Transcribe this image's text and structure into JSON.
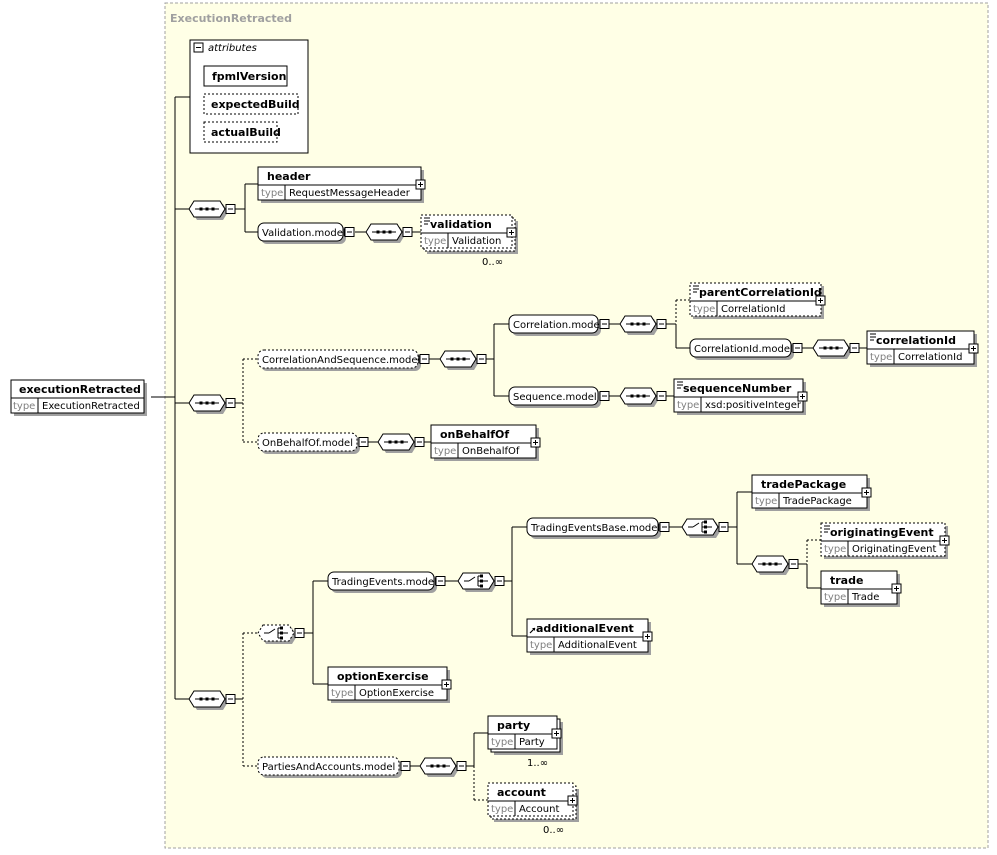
{
  "container": {
    "title": "ExecutionRetracted"
  },
  "attributes": {
    "label": "attributes",
    "items": [
      {
        "name": "fpmlVersion",
        "optional": false
      },
      {
        "name": "expectedBuild",
        "optional": true
      },
      {
        "name": "actualBuild",
        "optional": true
      }
    ]
  },
  "type_label": "type",
  "root": {
    "name": "executionRetracted",
    "type": "ExecutionRetracted"
  },
  "elements": {
    "header": {
      "name": "header",
      "type": "RequestMessageHeader"
    },
    "validation": {
      "name": "validation",
      "type": "Validation",
      "occurrence": "0..∞"
    },
    "parentCorrelationId": {
      "name": "parentCorrelationId",
      "type": "CorrelationId"
    },
    "correlationId": {
      "name": "correlationId",
      "type": "CorrelationId"
    },
    "sequenceNumber": {
      "name": "sequenceNumber",
      "type": "xsd:positiveInteger"
    },
    "onBehalfOf": {
      "name": "onBehalfOf",
      "type": "OnBehalfOf"
    },
    "tradePackage": {
      "name": "tradePackage",
      "type": "TradePackage"
    },
    "originatingEvent": {
      "name": "originatingEvent",
      "type": "OriginatingEvent"
    },
    "trade": {
      "name": "trade",
      "type": "Trade"
    },
    "additionalEvent": {
      "name": "additionalEvent",
      "type": "AdditionalEvent"
    },
    "optionExercise": {
      "name": "optionExercise",
      "type": "OptionExercise"
    },
    "party": {
      "name": "party",
      "type": "Party",
      "occurrence": "1..∞"
    },
    "account": {
      "name": "account",
      "type": "Account",
      "occurrence": "0..∞"
    }
  },
  "groups": {
    "validationModel": "Validation.model",
    "correlationAndSequenceModel": "CorrelationAndSequence.model",
    "correlationModel": "Correlation.model",
    "correlationIdModel": "CorrelationId.model",
    "sequenceModel": "Sequence.model",
    "onBehalfOfModel": "OnBehalfOf.model",
    "tradingEventsModel": "TradingEvents.model",
    "tradingEventsBaseModel": "TradingEventsBase.model",
    "partiesAndAccountsModel": "PartiesAndAccounts.model"
  },
  "colors": {
    "canvas": "#ffffe6",
    "element_fill": "#ffffff",
    "shadow": "#a0a0a0",
    "title": "#a0a0a0",
    "type_text": "#808080"
  }
}
